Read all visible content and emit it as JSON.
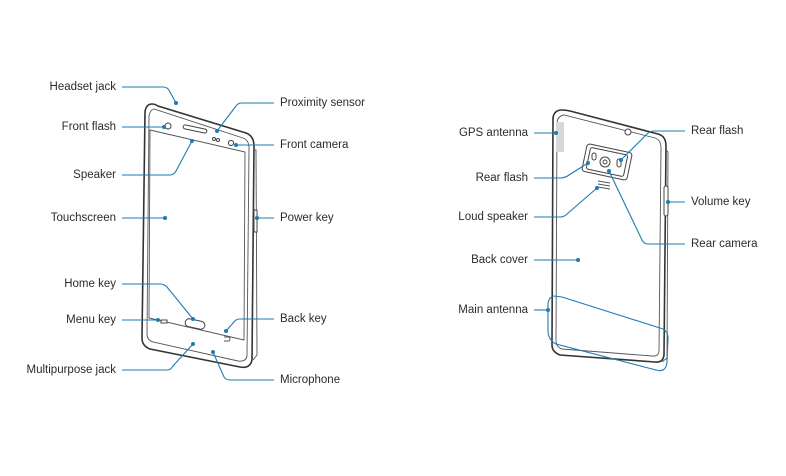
{
  "front_view": {
    "labels": {
      "headset_jack": "Headset jack",
      "front_flash": "Front flash",
      "speaker": "Speaker",
      "touchscreen": "Touchscreen",
      "home_key": "Home key",
      "menu_key": "Menu key",
      "multipurpose_jack": "Multipurpose jack",
      "proximity_sensor": "Proximity sensor",
      "front_camera": "Front camera",
      "power_key": "Power key",
      "back_key": "Back key",
      "microphone": "Microphone"
    }
  },
  "rear_view": {
    "labels": {
      "gps_antenna": "GPS antenna",
      "rear_flash_left": "Rear flash",
      "loud_speaker": "Loud speaker",
      "back_cover": "Back cover",
      "main_antenna": "Main antenna",
      "rear_flash_right": "Rear flash",
      "volume_key": "Volume key",
      "rear_camera": "Rear camera"
    }
  },
  "colors": {
    "leader_line": "#1f7bb0",
    "outline": "#333333",
    "text": "#2b2b2b"
  }
}
